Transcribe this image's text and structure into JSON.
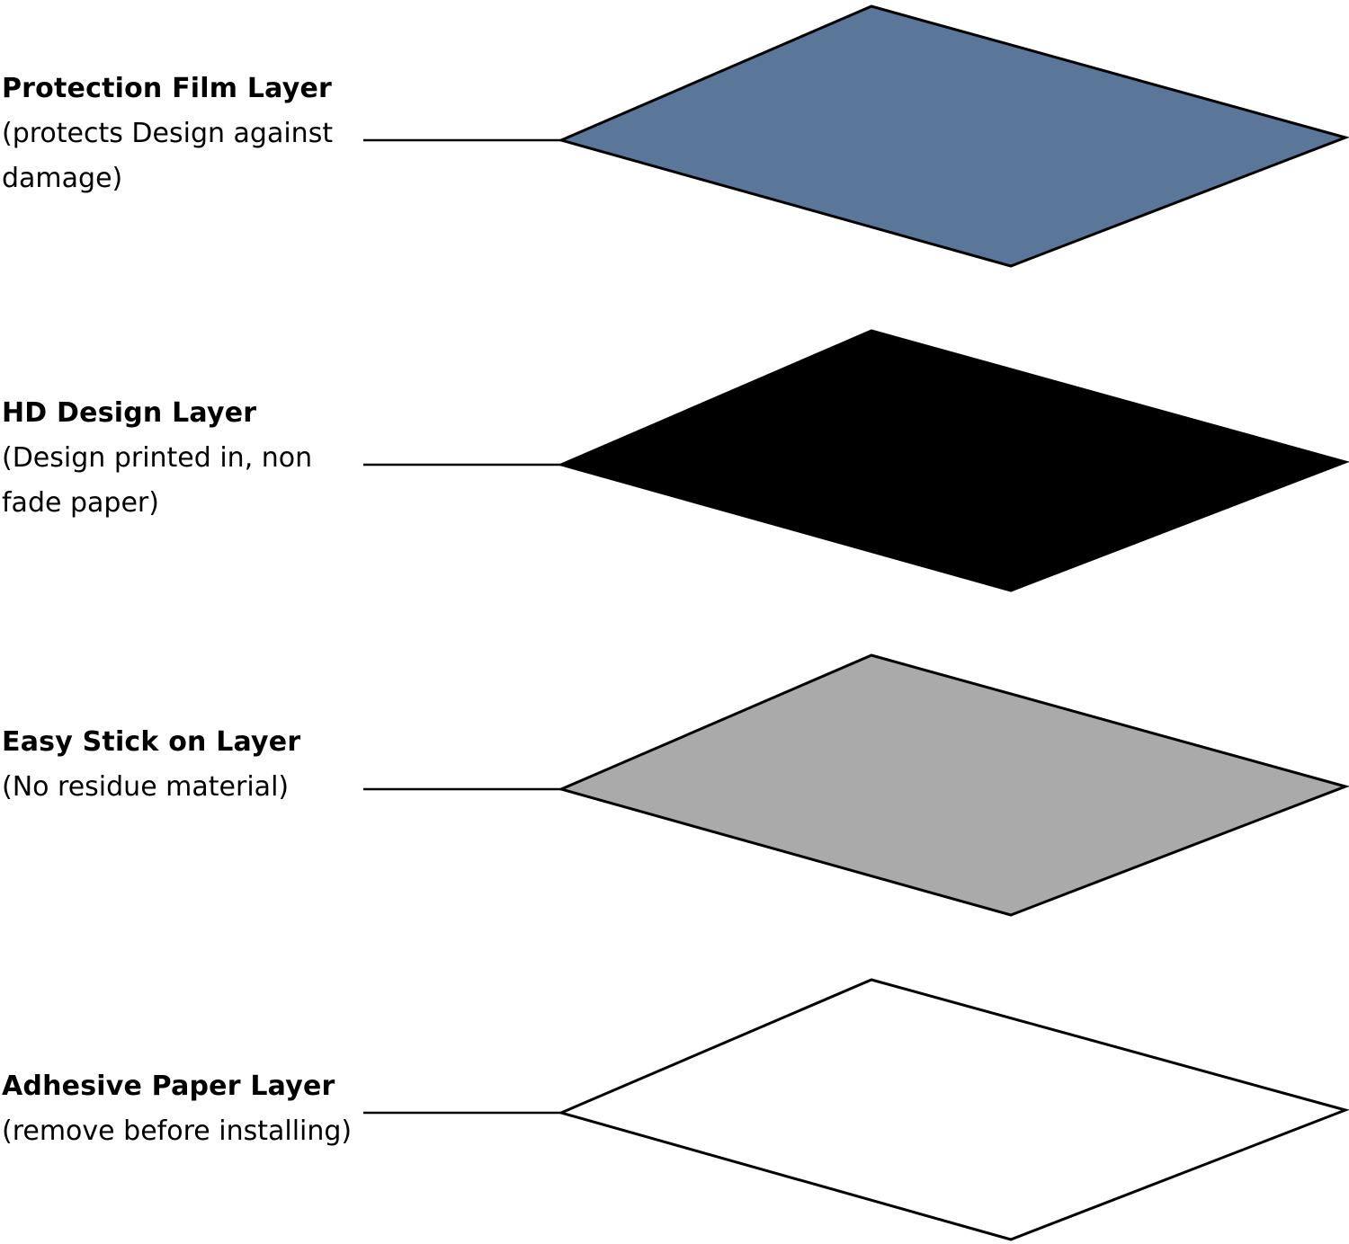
{
  "layers": [
    {
      "title": "Protection Film Layer",
      "description": "(protects Design against\ndamage)",
      "fill": "#5a7799"
    },
    {
      "title": "HD Design Layer",
      "description": "(Design printed in, non\nfade paper)",
      "fill": "#000000"
    },
    {
      "title": "Easy Stick on Layer",
      "description": "(No residue material)",
      "fill": "#aaaaaa"
    },
    {
      "title": "Adhesive Paper Layer",
      "description": "(remove before installing)",
      "fill": "#ffffff"
    }
  ]
}
